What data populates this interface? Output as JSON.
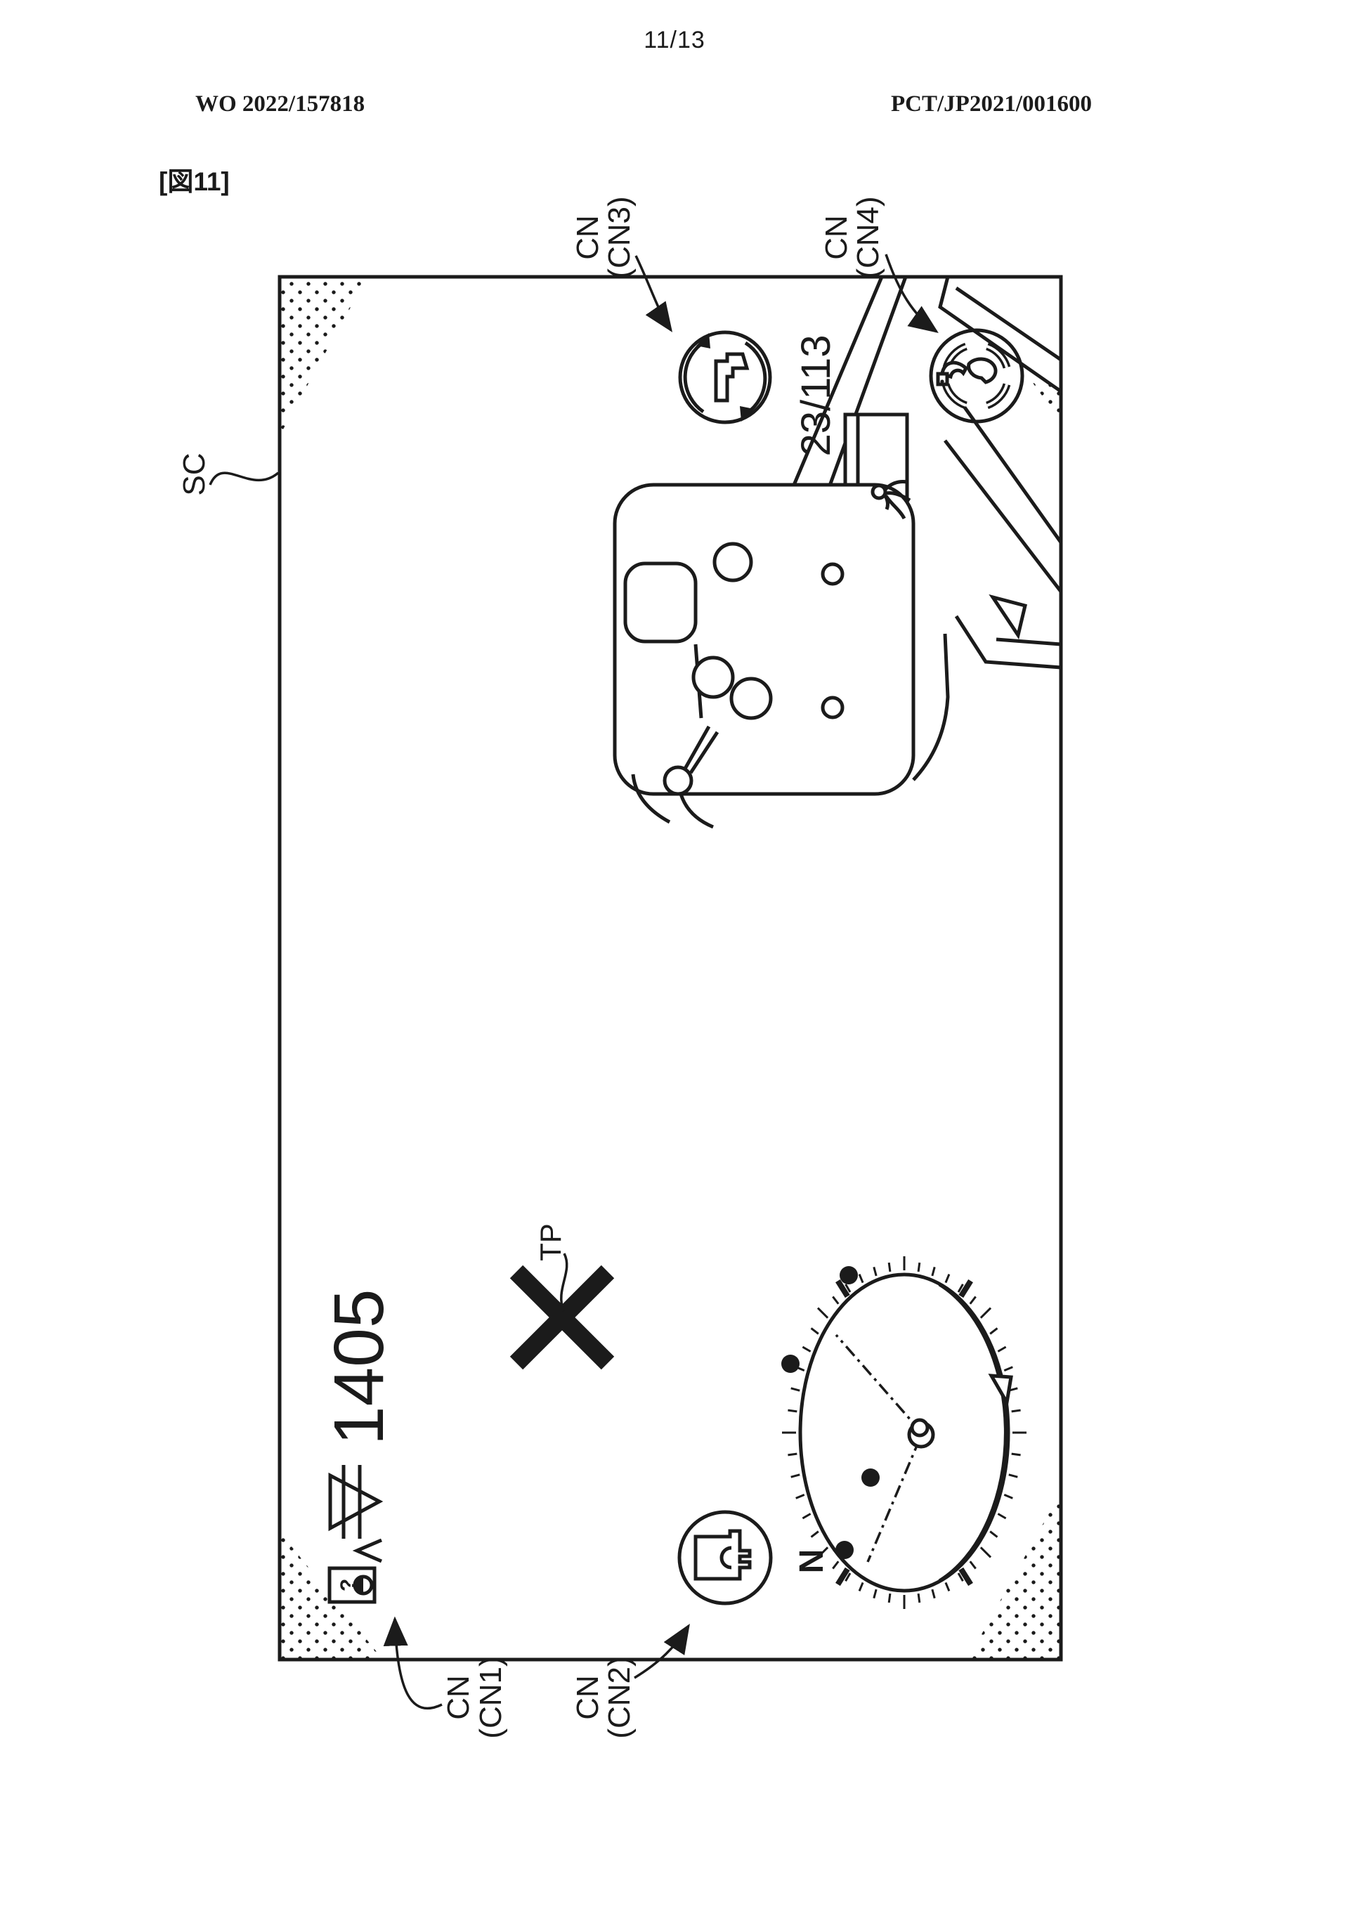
{
  "page": {
    "sheet_number": "11/13",
    "publication_number": "WO 2022/157818",
    "application_number": "PCT/JP2021/001600",
    "figure_label": "[図11]"
  },
  "figure": {
    "screen_label": "SC",
    "target_label": "TP",
    "heading_value": "1405",
    "counter_value": "23/113",
    "compass_north": "N",
    "help_glyph": "?",
    "callouts": {
      "cn1": {
        "line1": "CN",
        "line2": "(CN1)"
      },
      "cn2": {
        "line1": "CN",
        "line2": "(CN2)"
      },
      "cn3": {
        "line1": "CN",
        "line2": "(CN3)"
      },
      "cn4": {
        "line1": "CN",
        "line2": "(CN4)"
      }
    },
    "icons": {
      "cn1": "help-box-icon",
      "cn2": "bucket-circle-icon",
      "cn3": "rotate-arrows-circle-icon",
      "cn4": "swing-circle-icon",
      "misc": [
        "chevron-up-icon",
        "benchmark-triangle-icon",
        "target-x-icon",
        "compass-dial-icon"
      ]
    },
    "colors": {
      "ink": "#1b1b1b",
      "paper": "#ffffff"
    }
  }
}
